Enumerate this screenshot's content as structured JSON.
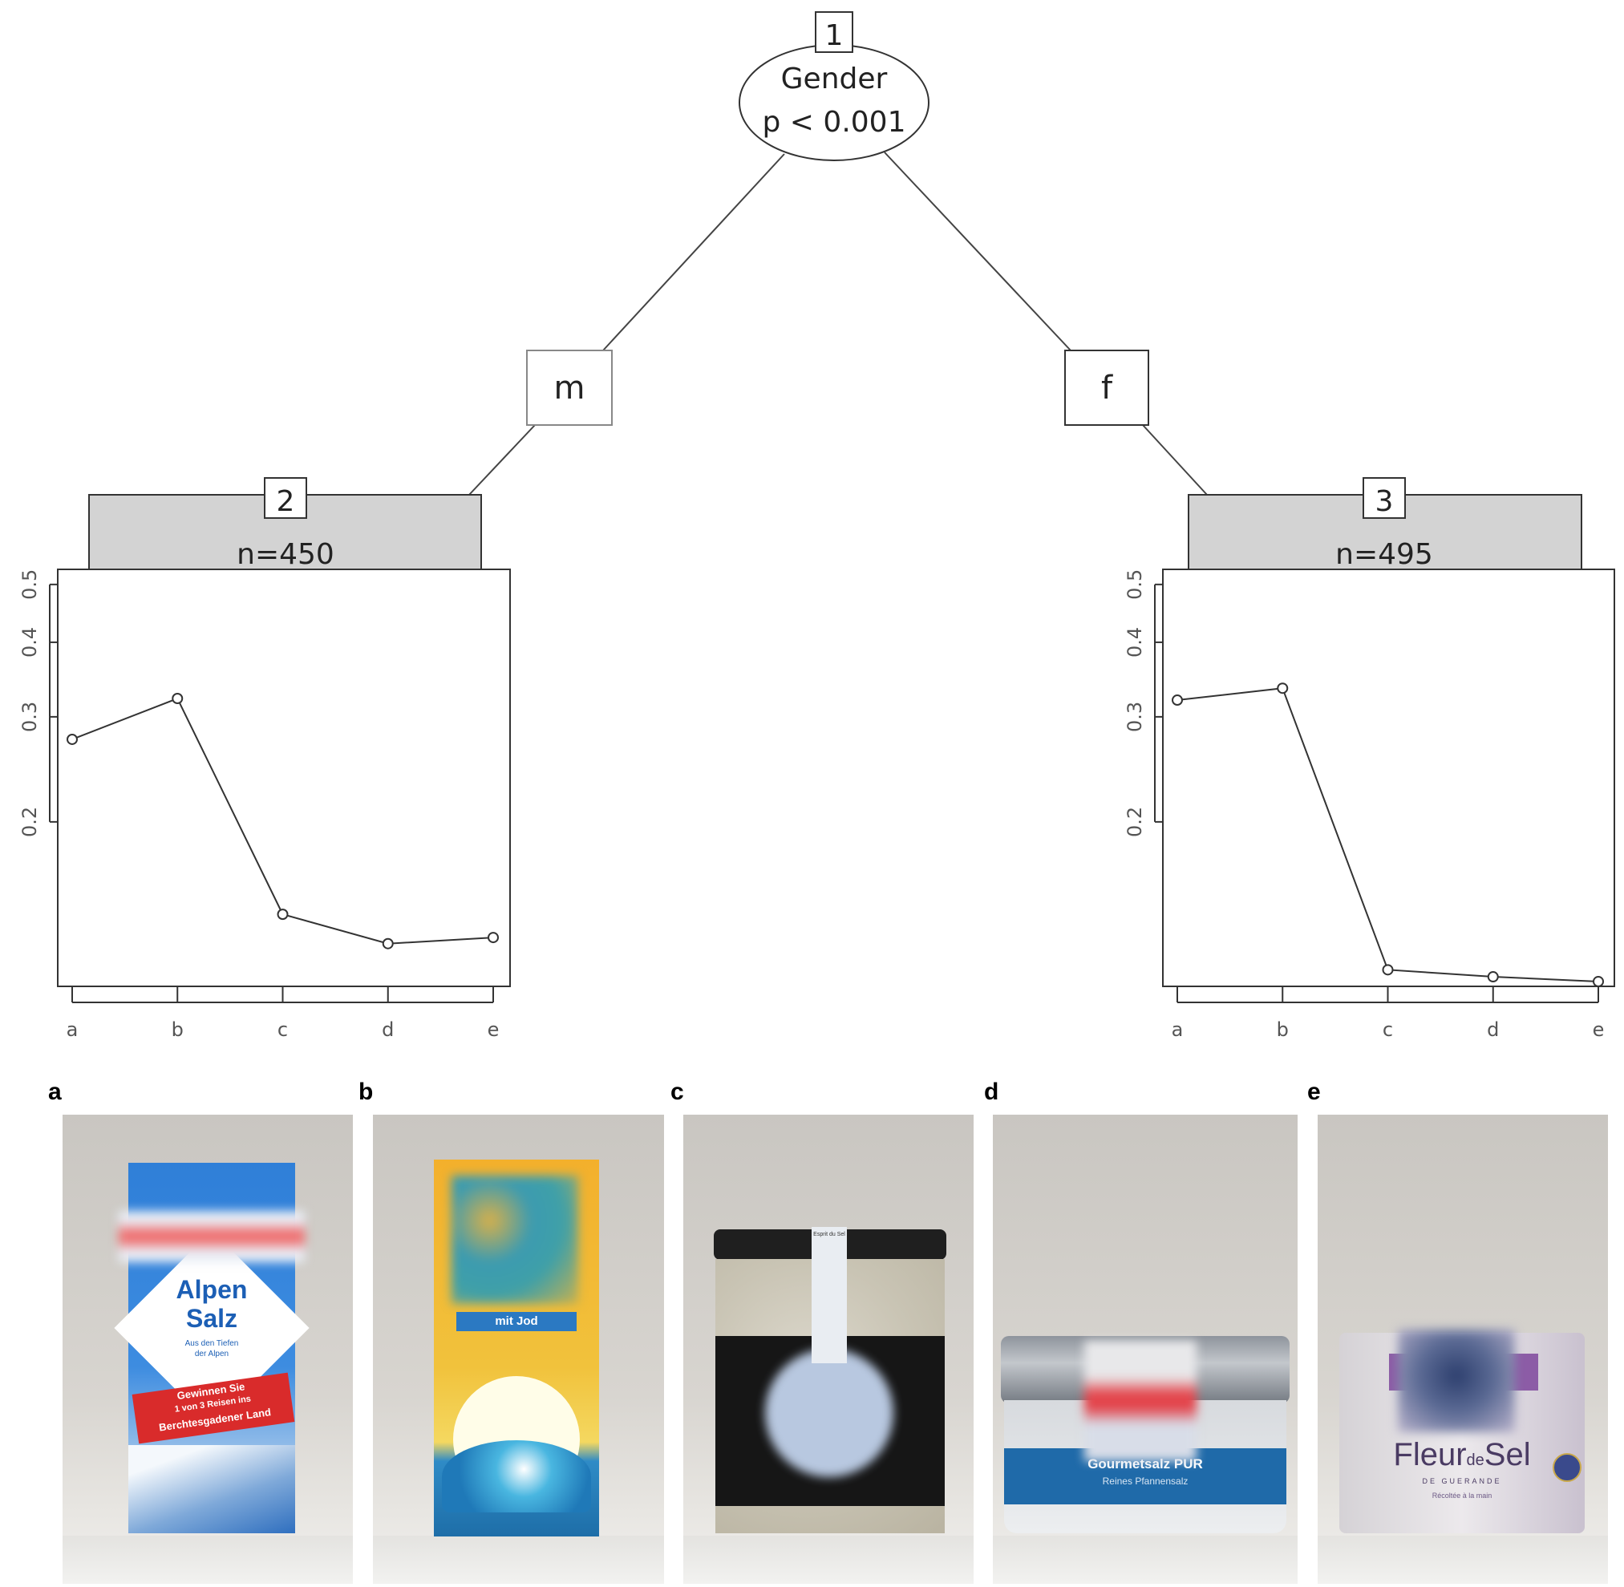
{
  "root": {
    "id": "1",
    "variable": "Gender",
    "p_value": "p < 0.001"
  },
  "edges": {
    "left": "m",
    "right": "f"
  },
  "nodes": [
    {
      "id": "2",
      "n": "n=450"
    },
    {
      "id": "3",
      "n": "n=495"
    }
  ],
  "chart_data": [
    {
      "type": "line",
      "x": [
        "a",
        "b",
        "c",
        "d",
        "e"
      ],
      "y": [
        0.275,
        0.322,
        0.14,
        0.125,
        0.128
      ],
      "yscale": "log",
      "yticks": [
        "0.2",
        "0.3",
        "0.4",
        "0.5"
      ],
      "ylim": [
        0.106,
        0.53
      ]
    },
    {
      "type": "line",
      "x": [
        "a",
        "b",
        "c",
        "d",
        "e"
      ],
      "y": [
        0.32,
        0.335,
        0.113,
        0.11,
        0.108
      ],
      "yscale": "log",
      "yticks": [
        "0.2",
        "0.3",
        "0.4",
        "0.5"
      ],
      "ylim": [
        0.106,
        0.53
      ]
    }
  ],
  "photos": [
    {
      "letter": "a",
      "label_main": "Alpen",
      "label_sub": "Salz",
      "small1": "Aus den Tiefen",
      "small2": "der Alpen",
      "banner1": "Gewinnen Sie",
      "banner2": "1 von 3 Reisen ins",
      "banner3": "Berchtesgadener Land"
    },
    {
      "letter": "b",
      "label_main": "mit Jod"
    },
    {
      "letter": "c",
      "label_main": "Esprit du Sel"
    },
    {
      "letter": "d",
      "label_main": "Gourmetsalz PUR",
      "label_sub": "Reines Pfannensalz"
    },
    {
      "letter": "e",
      "label_main": "Fleur",
      "label_mid": "de",
      "label_end": "Sel",
      "label_sub": "DE GUERANDE",
      "small1": "Récoltée à la main"
    }
  ]
}
